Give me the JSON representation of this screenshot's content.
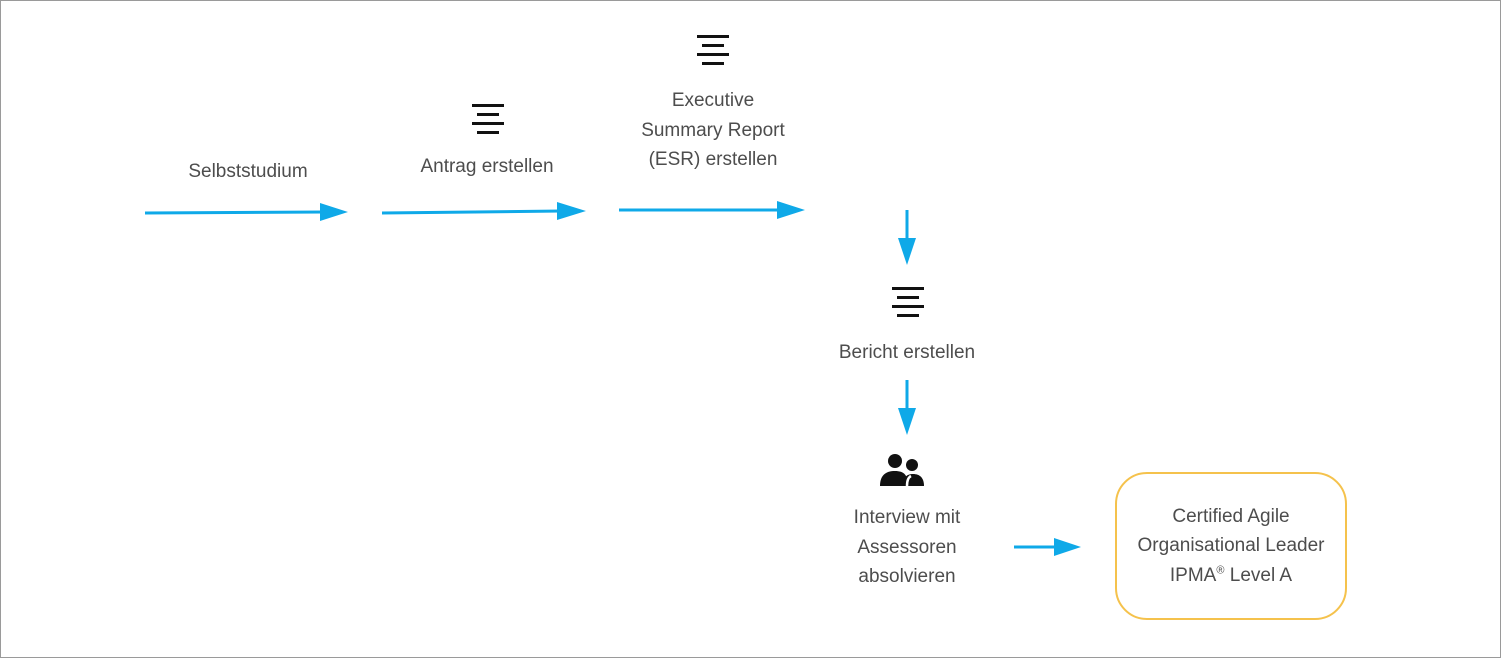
{
  "steps": {
    "self_study": {
      "label": "Selbststudium",
      "icon": "none"
    },
    "application": {
      "label": "Antrag erstellen",
      "icon": "text-align-center-icon"
    },
    "esr": {
      "line1": "Executive",
      "line2": "Summary Report",
      "line3": "(ESR) erstellen",
      "icon": "text-align-center-icon"
    },
    "report": {
      "label": "Bericht erstellen",
      "icon": "text-align-center-icon"
    },
    "interview": {
      "line1": "Interview mit",
      "line2": "Assessoren",
      "line3": "absolvieren",
      "icon": "people-icon"
    }
  },
  "result": {
    "line1": "Certified Agile",
    "line2": "Organisational Leader",
    "line3_prefix": "IPMA",
    "line3_sup": "®",
    "line3_suffix": " Level A"
  },
  "colors": {
    "arrow": "#0fa9e8",
    "result_border": "#f5c24c",
    "text": "#4d4d4d",
    "icon": "#111111",
    "frame": "#9a9a9a"
  }
}
